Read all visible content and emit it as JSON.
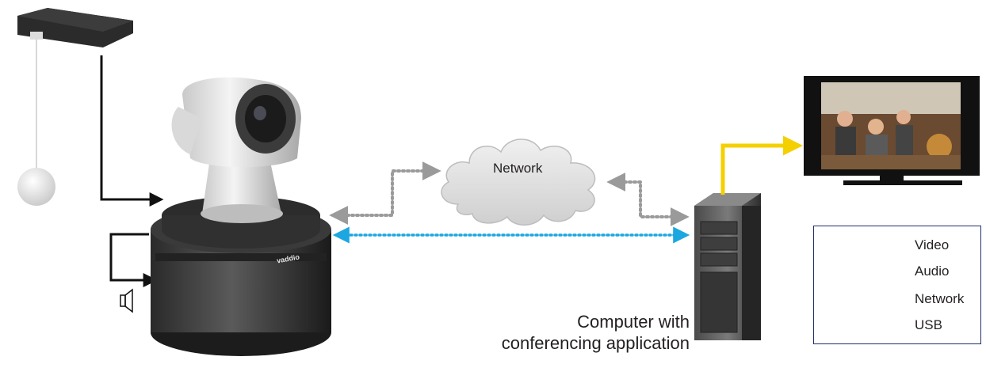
{
  "cloud": {
    "label": "Network"
  },
  "computer": {
    "caption_line1": "Computer with",
    "caption_line2": "conferencing application"
  },
  "camera": {
    "brand": "vaddio"
  },
  "legend": {
    "items": [
      {
        "label": "Video",
        "color": "#f5d000",
        "style": "solid"
      },
      {
        "label": "Audio",
        "color": "#111111",
        "style": "solid"
      },
      {
        "label": "Network",
        "color": "#9a9a9a",
        "style": "dotted"
      },
      {
        "label": "USB",
        "color": "#1ca7e0",
        "style": "dotted"
      }
    ]
  },
  "colors": {
    "video": "#f5d000",
    "audio": "#111111",
    "network": "#9a9a9a",
    "usb": "#1ca7e0",
    "legend_border": "#1f2f6e"
  }
}
